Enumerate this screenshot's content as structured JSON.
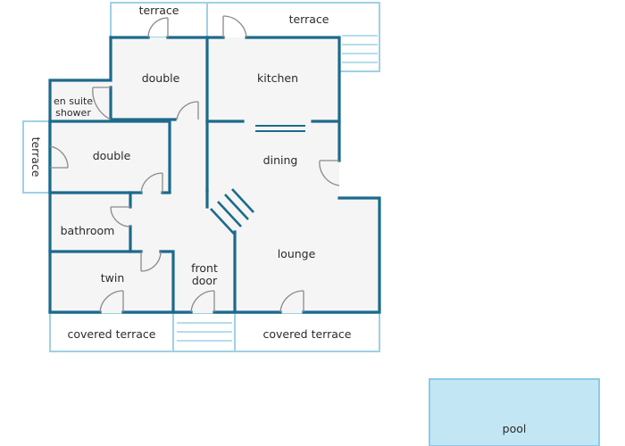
{
  "rooms": {
    "terrace_top_left": "terrace",
    "terrace_top_right": "terrace",
    "double_top": "double",
    "kitchen": "kitchen",
    "en_suite_line1": "en suite",
    "en_suite_line2": "shower",
    "terrace_left": "terrace",
    "double_mid": "double",
    "dining": "dining",
    "bathroom": "bathroom",
    "lounge": "lounge",
    "twin": "twin",
    "front_door_line1": "front",
    "front_door_line2": "door",
    "covered_terrace_left": "covered terrace",
    "covered_terrace_right": "covered terrace",
    "pool": "pool"
  },
  "colors": {
    "wall": "#1c6a8c",
    "terrace_outline": "#9fd0e6",
    "floor": "#f5f5f5",
    "pool_fill": "#c3e6f5",
    "pool_border": "#8ccbe6",
    "door": "#8a8a8a"
  }
}
